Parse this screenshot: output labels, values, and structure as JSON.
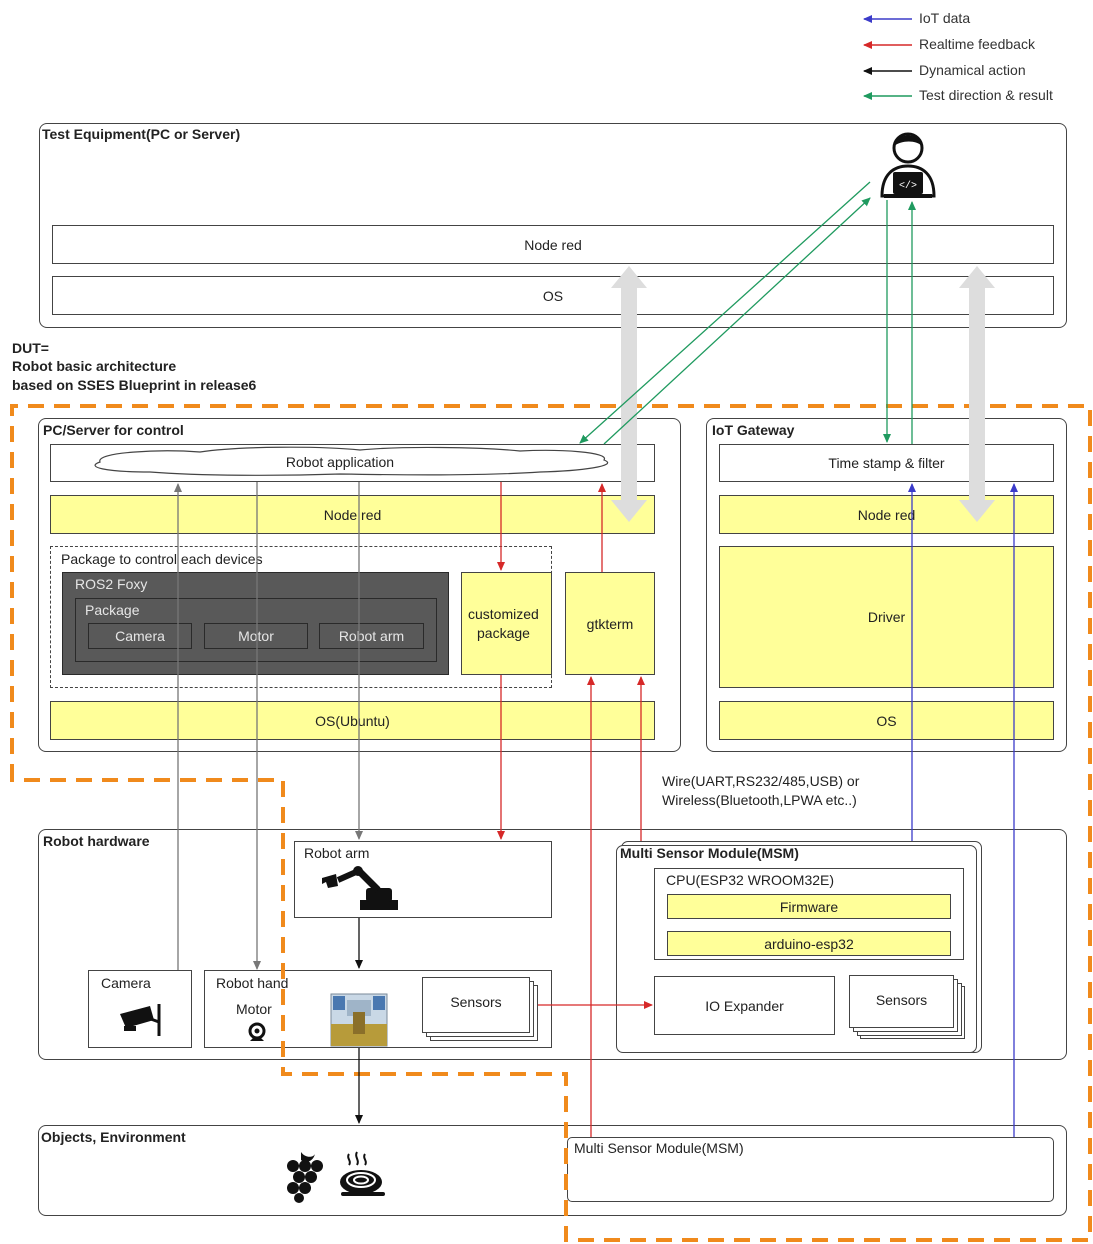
{
  "legend": [
    {
      "label": "IoT data",
      "color": "#3b3bc9"
    },
    {
      "label": "Realtime feedback",
      "color": "#d62828"
    },
    {
      "label": "Dynamical action",
      "color": "#111111"
    },
    {
      "label": "Test direction & result",
      "color": "#1f9a5f"
    }
  ],
  "colors": {
    "block_yellow": "#ffff99",
    "dut_border": "#f08a1c",
    "ros_dark": "#595959",
    "big_arrow": "#dddddd"
  },
  "test_equipment": {
    "title": "Test Equipment(PC or Server)",
    "node_red": "Node red",
    "os": "OS",
    "tester_icon": "developer-icon"
  },
  "dut": {
    "line1": "DUT=",
    "line2": "Robot basic architecture",
    "line3": "based on SSES Blueprint in release6"
  },
  "pc_server": {
    "title": "PC/Server for control",
    "robot_application": "Robot application",
    "node_red": "Node red",
    "package_group": "Package to control each devices",
    "ros2": "ROS2 Foxy",
    "package": "Package",
    "camera": "Camera",
    "motor": "Motor",
    "robot_arm": "Robot arm",
    "customized_line1": "customized",
    "customized_line2": "package",
    "gtkterm": "gtkterm",
    "os": "OS(Ubuntu)"
  },
  "iot_gateway": {
    "title": "IoT Gateway",
    "timestamp": "Time stamp & filter",
    "node_red": "Node red",
    "driver": "Driver",
    "os": "OS"
  },
  "wire_note": {
    "line1": "Wire(UART,RS232/485,USB) or",
    "line2": "Wireless(Bluetooth,LPWA etc..)"
  },
  "robot_hardware": {
    "title": "Robot hardware",
    "robot_arm": "Robot arm",
    "camera": "Camera",
    "robot_hand": "Robot hand",
    "motor": "Motor",
    "sensors": "Sensors"
  },
  "msm": {
    "title": "Multi Sensor Module(MSM)",
    "cpu": "CPU(ESP32 WROOM32E)",
    "firmware": "Firmware",
    "arduino": "arduino-esp32",
    "io_expander": "IO Expander",
    "sensors": "Sensors"
  },
  "objects": {
    "title": "Objects, Environment",
    "msm": "Multi Sensor Module(MSM)"
  }
}
